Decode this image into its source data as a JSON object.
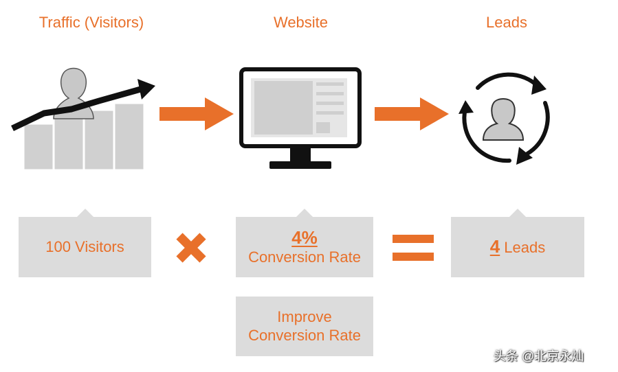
{
  "headings": {
    "traffic": "Traffic (Visitors)",
    "website": "Website",
    "leads": "Leads"
  },
  "boxes": {
    "visitors": "100 Visitors",
    "conversion_value": "4%",
    "conversion_label": "Conversion Rate",
    "leads_number": "4",
    "leads_label": "Leads",
    "improve_line1": "Improve",
    "improve_line2": "Conversion Rate"
  },
  "watermark": "头条 @北京永灿",
  "colors": {
    "accent": "#e8702a",
    "box_bg": "#dcdcdc",
    "icon_gray": "#c8c8c8",
    "icon_dark": "#111111"
  },
  "icons": [
    "traffic-chart-icon",
    "arrow-right-icon",
    "monitor-icon",
    "arrow-right-icon",
    "leads-cycle-icon",
    "times-icon",
    "equals-icon"
  ]
}
